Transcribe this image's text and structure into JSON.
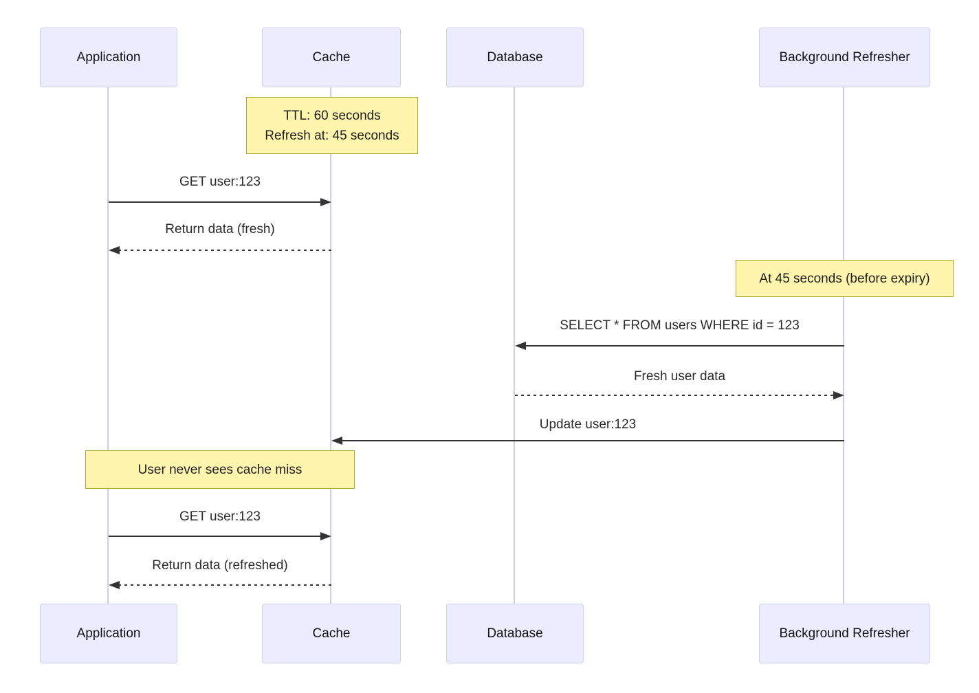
{
  "diagram": {
    "type": "sequence-diagram",
    "participants": [
      {
        "id": "application",
        "label": "Application"
      },
      {
        "id": "cache",
        "label": "Cache"
      },
      {
        "id": "database",
        "label": "Database"
      },
      {
        "id": "refresher",
        "label": "Background Refresher"
      }
    ],
    "notes": [
      {
        "over": [
          "cache"
        ],
        "line1": "TTL: 60 seconds",
        "line2": "Refresh at: 45 seconds"
      },
      {
        "over": [
          "refresher"
        ],
        "line1": "At 45 seconds (before expiry)"
      },
      {
        "over": [
          "application",
          "cache"
        ],
        "line1": "User never sees cache miss"
      }
    ],
    "messages": [
      {
        "from": "application",
        "to": "cache",
        "style": "solid",
        "label": "GET user:123"
      },
      {
        "from": "cache",
        "to": "application",
        "style": "dashed",
        "label": "Return data (fresh)"
      },
      {
        "from": "refresher",
        "to": "database",
        "style": "solid",
        "label": "SELECT * FROM users WHERE id = 123"
      },
      {
        "from": "database",
        "to": "refresher",
        "style": "dashed",
        "label": "Fresh user data"
      },
      {
        "from": "refresher",
        "to": "cache",
        "style": "solid",
        "label": "Update user:123"
      },
      {
        "from": "application",
        "to": "cache",
        "style": "solid",
        "label": "GET user:123"
      },
      {
        "from": "cache",
        "to": "application",
        "style": "dashed",
        "label": "Return data (refreshed)"
      }
    ],
    "colors": {
      "actor_fill": "#ECECFF",
      "actor_border": "#CFCFEF",
      "note_fill": "#FFF5AD",
      "note_border": "#AAAA33",
      "lifeline": "#CDCDEF",
      "arrow": "#333333",
      "background": "#FFFFFF"
    }
  }
}
